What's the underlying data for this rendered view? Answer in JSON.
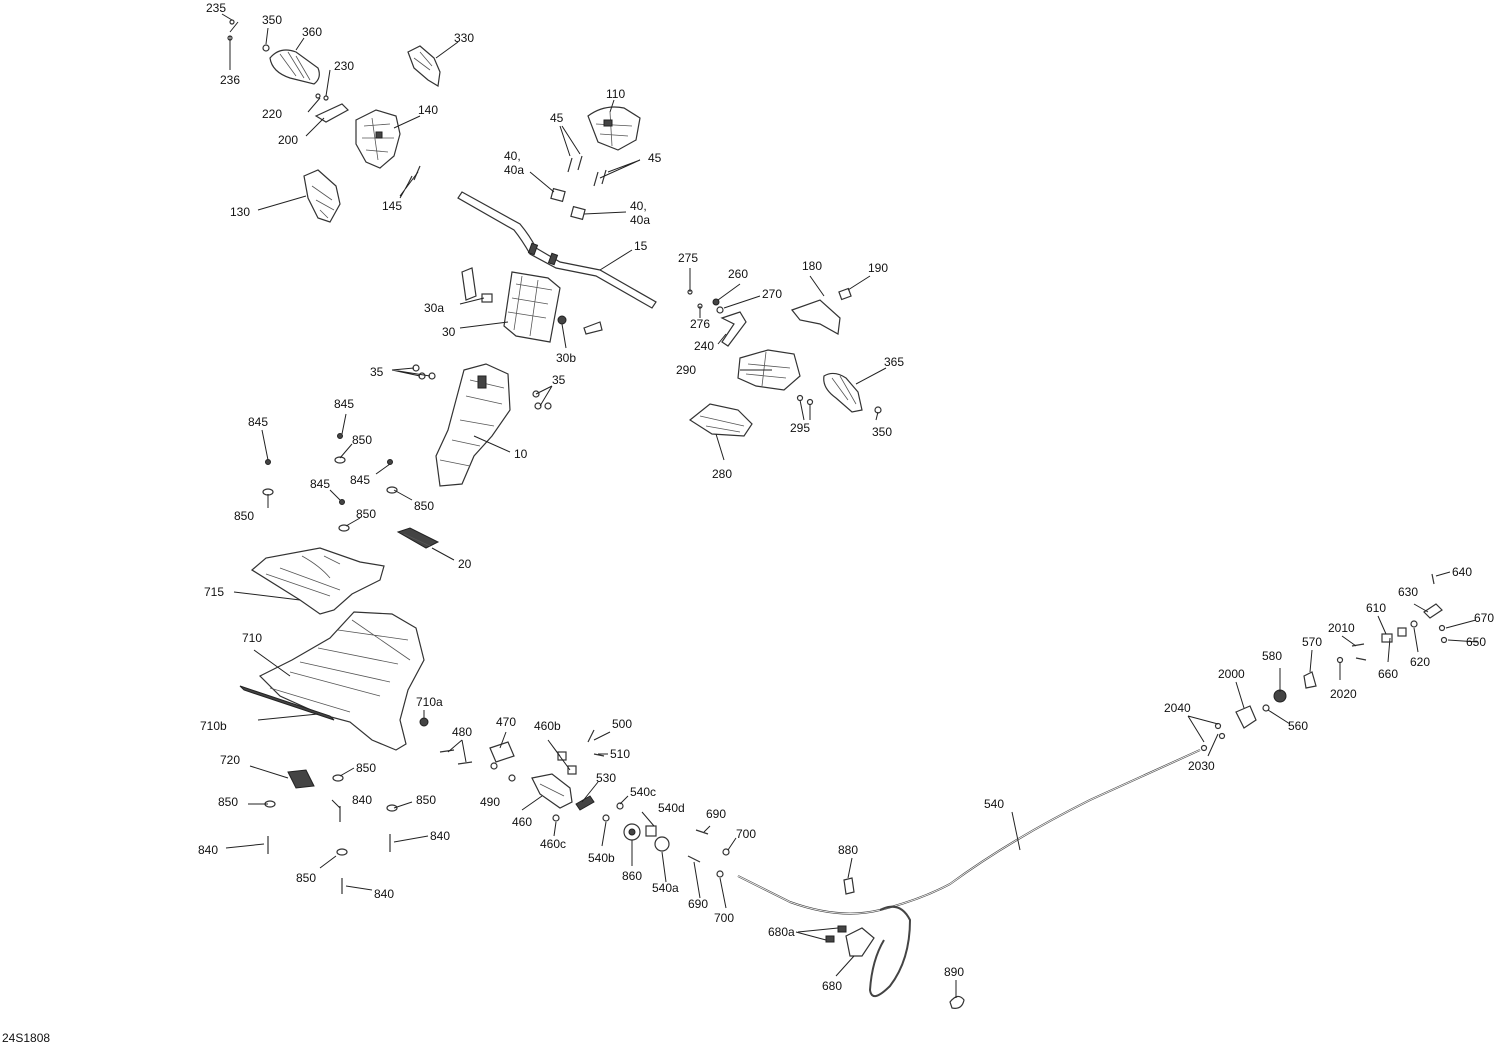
{
  "document_id": "24S1808",
  "callouts": {
    "c235": "235",
    "c236": "236",
    "c350a": "350",
    "c360": "360",
    "c330": "330",
    "c230": "230",
    "c220": "220",
    "c200": "200",
    "c140": "140",
    "c145": "145",
    "c130": "130",
    "c110": "110",
    "c45a": "45",
    "c45b": "45",
    "c40a": "40,\n40a",
    "c40b": "40,\n40a",
    "c15": "15",
    "c275": "275",
    "c260": "260",
    "c270": "270",
    "c276": "276",
    "c180": "180",
    "c190": "190",
    "c240": "240",
    "c30a": "30a",
    "c30": "30",
    "c30b": "30b",
    "c290": "290",
    "c365": "365",
    "c295": "295",
    "c350b": "350",
    "c280": "280",
    "c35a": "35",
    "c35b": "35",
    "c10": "10",
    "c845a": "845",
    "c845b": "845",
    "c845c": "845",
    "c845d": "845",
    "c850a": "850",
    "c850b": "850",
    "c850c": "850",
    "c850d": "850",
    "c20": "20",
    "c715": "715",
    "c710": "710",
    "c710a": "710a",
    "c710b": "710b",
    "c480": "480",
    "c470": "470",
    "c460b": "460b",
    "c500": "500",
    "c510": "510",
    "c720": "720",
    "c850e": "850",
    "c850f": "850",
    "c850g": "850",
    "c850h": "850",
    "c840a": "840",
    "c840b": "840",
    "c840c": "840",
    "c840d": "840",
    "c490": "490",
    "c460": "460",
    "c530": "530",
    "c540c": "540c",
    "c540d": "540d",
    "c460c": "460c",
    "c540b": "540b",
    "c860": "860",
    "c540a": "540a",
    "c690a": "690",
    "c690b": "690",
    "c700a": "700",
    "c700b": "700",
    "c880": "880",
    "c540": "540",
    "c680a": "680a",
    "c680": "680",
    "c890": "890",
    "c2040": "2040",
    "c2030": "2030",
    "c2000": "2000",
    "c580": "580",
    "c560": "560",
    "c570": "570",
    "c2010": "2010",
    "c2020": "2020",
    "c610": "610",
    "c660": "660",
    "c630": "630",
    "c620": "620",
    "c640": "640",
    "c670": "670",
    "c650": "650"
  }
}
